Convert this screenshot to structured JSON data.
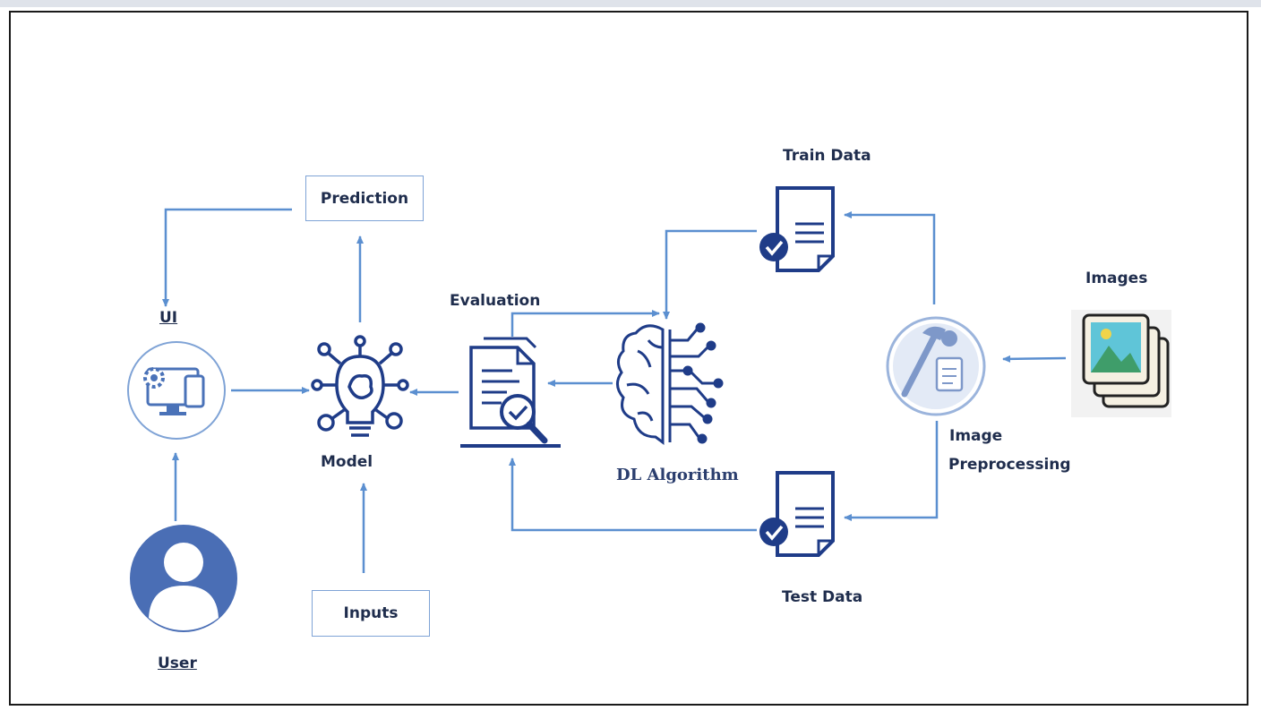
{
  "labels": {
    "ui": "UI",
    "user": "User",
    "model": "Model",
    "prediction": "Prediction",
    "inputs": "Inputs",
    "evaluation": "Evaluation",
    "dl_algorithm": "DL Algorithm",
    "train_data": "Train Data",
    "test_data": "Test Data",
    "images": "Images",
    "image_preprocessing_line1": "Image",
    "image_preprocessing_line2": "Preprocessing"
  },
  "colors": {
    "arrow": "#5b8fd0",
    "icon_dark": "#1f3c88",
    "icon_mid": "#4a72b8",
    "box_border": "#7fa3d6",
    "text": "#1f2d4d"
  },
  "icons": [
    "ui-device-icon",
    "user-avatar-icon",
    "model-bulb-icon",
    "evaluation-document-icon",
    "brain-circuit-icon",
    "train-data-document-icon",
    "test-data-document-icon",
    "image-preprocessing-icon",
    "images-stack-icon"
  ]
}
